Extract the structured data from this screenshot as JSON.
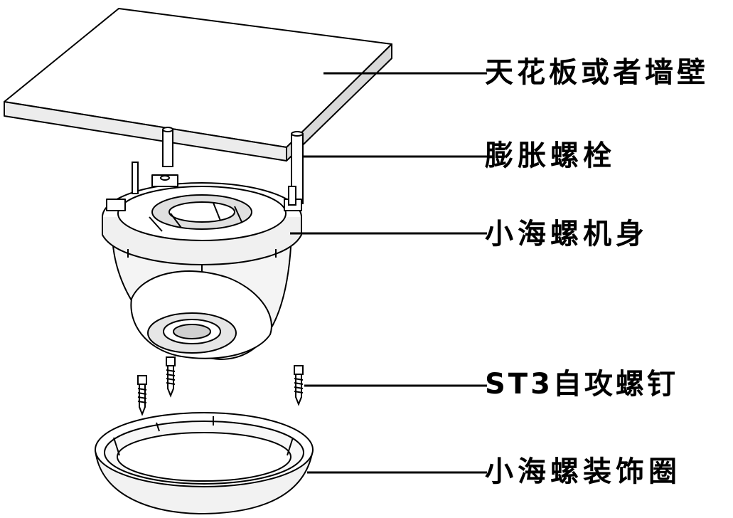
{
  "callouts": [
    {
      "id": "ceiling-or-wall",
      "label": "天花板或者墙壁"
    },
    {
      "id": "expansion-bolt",
      "label": "膨胀螺栓"
    },
    {
      "id": "camera-body",
      "label": "小海螺机身"
    },
    {
      "id": "st3-tapping-screw",
      "label": "ST3自攻螺钉"
    },
    {
      "id": "decorative-ring",
      "label": "小海螺装饰圈"
    }
  ],
  "colors": {
    "line": "#000000",
    "fill": "#ffffff",
    "shade": "#e6e6e6",
    "dark_shade": "#bdbdbd"
  }
}
